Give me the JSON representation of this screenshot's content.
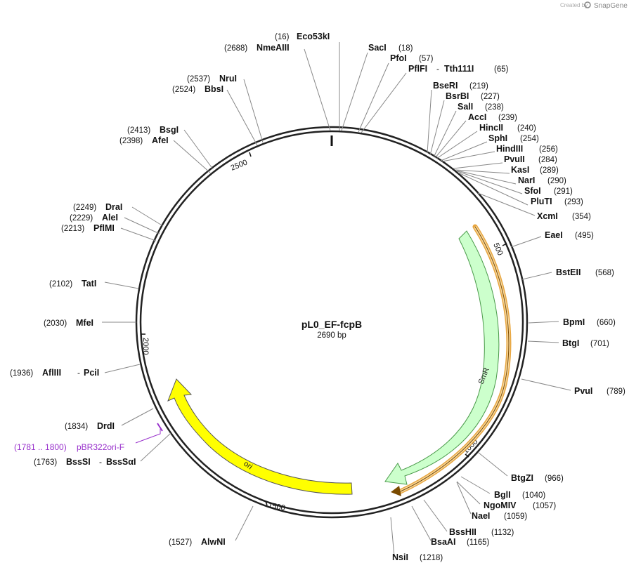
{
  "watermark": {
    "prefix": "Created by",
    "brand": "SnapGene"
  },
  "plasmid": {
    "name": "pL0_EF-fcpB",
    "size_label": "2690 bp"
  },
  "scale_ticks": [
    "500",
    "1000",
    "1500",
    "2000",
    "2500"
  ],
  "features": [
    {
      "label": "SmR",
      "color": "#ccffcc"
    },
    {
      "label": "ori",
      "color": "#ffff00"
    }
  ],
  "primer": {
    "position": "(1781 .. 1800)",
    "name": "pBR322ori-F",
    "color": "#9932cc"
  },
  "sites": [
    {
      "pos": "(16)",
      "name": "Eco53kI"
    },
    {
      "pos": "(2688)",
      "name": "NmeAIII"
    },
    {
      "pos": "(18)",
      "name": "SacI"
    },
    {
      "pos": "(57)",
      "name": "PfoI"
    },
    {
      "pos": "(65)",
      "name": "PflFI",
      "alt": "Tth111I"
    },
    {
      "pos": "(219)",
      "name": "BseRI"
    },
    {
      "pos": "(227)",
      "name": "BsrBI"
    },
    {
      "pos": "(238)",
      "name": "SalI"
    },
    {
      "pos": "(239)",
      "name": "AccI"
    },
    {
      "pos": "(240)",
      "name": "HincII"
    },
    {
      "pos": "(254)",
      "name": "SphI"
    },
    {
      "pos": "(256)",
      "name": "HindIII"
    },
    {
      "pos": "(284)",
      "name": "PvuII"
    },
    {
      "pos": "(289)",
      "name": "KasI"
    },
    {
      "pos": "(290)",
      "name": "NarI"
    },
    {
      "pos": "(291)",
      "name": "SfoI"
    },
    {
      "pos": "(293)",
      "name": "PluTI"
    },
    {
      "pos": "(354)",
      "name": "XcmI"
    },
    {
      "pos": "(495)",
      "name": "EaeI"
    },
    {
      "pos": "(568)",
      "name": "BstEII"
    },
    {
      "pos": "(660)",
      "name": "BpmI"
    },
    {
      "pos": "(701)",
      "name": "BtgI"
    },
    {
      "pos": "(789)",
      "name": "PvuI"
    },
    {
      "pos": "(966)",
      "name": "BtgZI"
    },
    {
      "pos": "(1040)",
      "name": "BglI"
    },
    {
      "pos": "(1057)",
      "name": "NgoMIV"
    },
    {
      "pos": "(1059)",
      "name": "NaeI"
    },
    {
      "pos": "(1132)",
      "name": "BssHII"
    },
    {
      "pos": "(1165)",
      "name": "BsaAI"
    },
    {
      "pos": "(1218)",
      "name": "NsiI"
    },
    {
      "pos": "(1527)",
      "name": "AlwNI"
    },
    {
      "pos": "(1763)",
      "name": "BssSI",
      "alt": "BssSαI"
    },
    {
      "pos": "(1834)",
      "name": "DrdI"
    },
    {
      "pos": "(1936)",
      "name": "AflIII",
      "alt": "PciI"
    },
    {
      "pos": "(2030)",
      "name": "MfeI"
    },
    {
      "pos": "(2102)",
      "name": "TatI"
    },
    {
      "pos": "(2213)",
      "name": "PflMI"
    },
    {
      "pos": "(2229)",
      "name": "AleI"
    },
    {
      "pos": "(2249)",
      "name": "DraI"
    },
    {
      "pos": "(2398)",
      "name": "AfeI"
    },
    {
      "pos": "(2413)",
      "name": "BsgI"
    },
    {
      "pos": "(2524)",
      "name": "BbsI"
    },
    {
      "pos": "(2537)",
      "name": "NruI"
    }
  ]
}
